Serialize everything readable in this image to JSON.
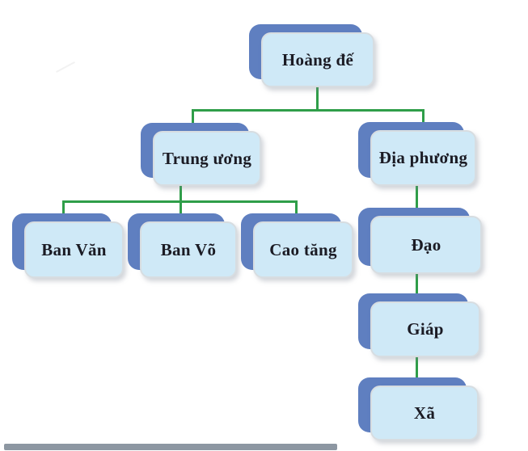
{
  "diagram": {
    "type": "org-chart",
    "nodes": {
      "hoang_de": {
        "label": "Hoàng đế"
      },
      "trung_uong": {
        "label": "Trung ương"
      },
      "dia_phuong": {
        "label": "Địa phương"
      },
      "ban_van": {
        "label": "Ban Văn"
      },
      "ban_vo": {
        "label": "Ban Võ"
      },
      "cao_tang": {
        "label": "Cao tăng"
      },
      "dao": {
        "label": "Đạo"
      },
      "giap": {
        "label": "Giáp"
      },
      "xa": {
        "label": "Xã"
      }
    },
    "edges": [
      [
        "Hoàng đế",
        "Trung ương"
      ],
      [
        "Hoàng đế",
        "Địa phương"
      ],
      [
        "Trung ương",
        "Ban Văn"
      ],
      [
        "Trung ương",
        "Ban Võ"
      ],
      [
        "Trung ương",
        "Cao tăng"
      ],
      [
        "Địa phương",
        "Đạo"
      ],
      [
        "Đạo",
        "Giáp"
      ],
      [
        "Giáp",
        "Xã"
      ]
    ],
    "colors": {
      "background": "#ffffff",
      "box_fill": "#cfe9f7",
      "box_back_layer": "#5f7fc0",
      "box_border": "#d7dde1",
      "connector_line": "#2f9e49",
      "text": "#1b1b24",
      "bottom_bar": "#8d97a2"
    }
  }
}
